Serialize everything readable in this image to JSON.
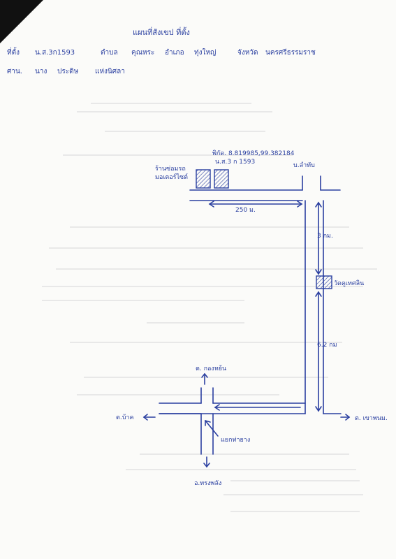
{
  "header": {
    "title": "แผนที่สังเขป ที่ตั้ง",
    "location_line": {
      "prefix": "ที่ตั้ง",
      "deed": "น.ส.3ก1593",
      "tambon_label": "ตำบล",
      "tambon": "คุณหระ",
      "amphoe_label": "อำเภอ",
      "amphoe": "ทุ่งใหญ่",
      "province_label": "จังหวัด",
      "province": "นครศรีธรรมราช"
    },
    "sign_line": {
      "prefix": "ศาน.",
      "name1": "นาง",
      "name2": "ประดิษ",
      "name3": "แห่งนิศลา"
    }
  },
  "map": {
    "coords_line1": "พิกัด. 8.819985,99.382184",
    "coords_line2": "น.ส.3 ก 1593",
    "shop_line1": "ร้านซ่อมรถ",
    "shop_line2": "มอเตอร์ไซต์",
    "north_road_label": "บ.ลำทับ",
    "distance_250": "250 ม.",
    "distance_3km": "3 กม.",
    "temple_label": "วัดคูเทศลิน",
    "distance_6km": "6.2 กม",
    "top_junction_label": "ต. กองหย้น",
    "west_label": "ต.บ้าค",
    "east_label": "ต. เขาพนม.",
    "junction_label": "แยกท่ายาง",
    "south_label": "อ.ทรงพลัง"
  }
}
